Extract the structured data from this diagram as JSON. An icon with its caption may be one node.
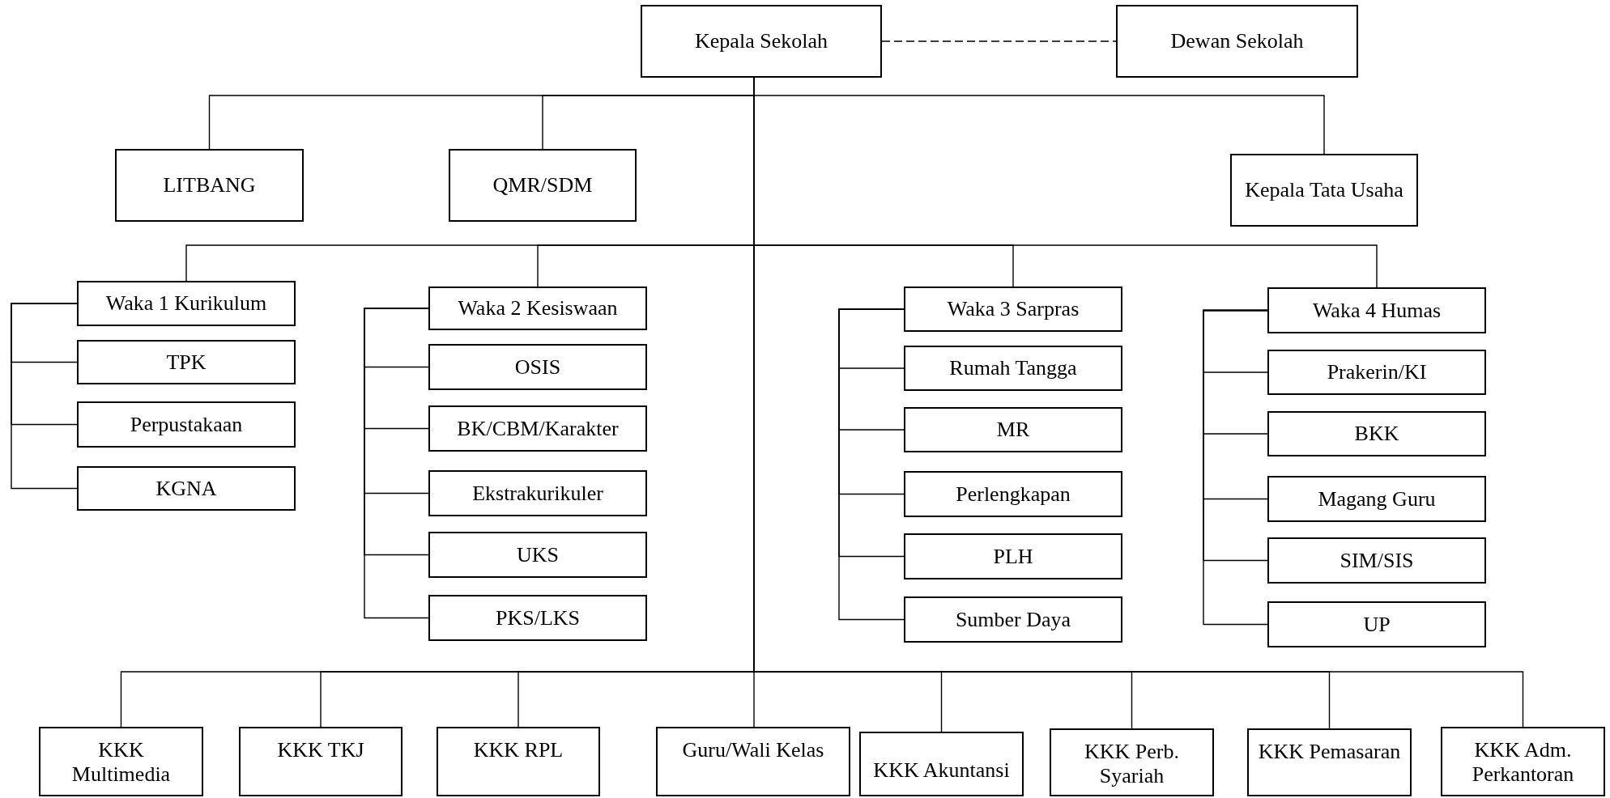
{
  "diagram": {
    "nodes": [
      {
        "text": [
          "Kepala Sekolah"
        ]
      },
      {
        "text": [
          "Dewan Sekolah"
        ]
      },
      {
        "text": [
          "LITBANG"
        ]
      },
      {
        "text": [
          "QMR/SDM"
        ]
      },
      {
        "text": [
          "Kepala Tata Usaha"
        ]
      },
      {
        "text": [
          "Waka 1 Kurikulum"
        ]
      },
      {
        "text": [
          "TPK"
        ]
      },
      {
        "text": [
          "Perpustakaan"
        ]
      },
      {
        "text": [
          "KGNA"
        ]
      },
      {
        "text": [
          "Waka 2 Kesiswaan"
        ]
      },
      {
        "text": [
          "OSIS"
        ]
      },
      {
        "text": [
          "BK/CBM/Karakter"
        ]
      },
      {
        "text": [
          "Ekstrakurikuler"
        ]
      },
      {
        "text": [
          "UKS"
        ]
      },
      {
        "text": [
          "PKS/LKS"
        ]
      },
      {
        "text": [
          "Waka 3 Sarpras"
        ]
      },
      {
        "text": [
          "Rumah Tangga"
        ]
      },
      {
        "text": [
          "MR"
        ]
      },
      {
        "text": [
          "Perlengkapan"
        ]
      },
      {
        "text": [
          "PLH"
        ]
      },
      {
        "text": [
          "Sumber Daya"
        ]
      },
      {
        "text": [
          "Waka 4 Humas"
        ]
      },
      {
        "text": [
          "Prakerin/KI"
        ]
      },
      {
        "text": [
          "BKK"
        ]
      },
      {
        "text": [
          "Magang Guru"
        ]
      },
      {
        "text": [
          "SIM/SIS"
        ]
      },
      {
        "text": [
          "UP"
        ]
      },
      {
        "text": [
          "KKK Multimedia"
        ]
      },
      {
        "text": [
          "KKK TKJ"
        ]
      },
      {
        "text": [
          "KKK RPL"
        ]
      },
      {
        "text": [
          "Guru/Wali Kelas"
        ]
      },
      {
        "text": [
          "KKK Akuntansi"
        ]
      },
      {
        "text": [
          "KKK Perb. Syariah"
        ]
      },
      {
        "text": [
          "KKK Pemasaran"
        ]
      },
      {
        "text": [
          "KKK Adm. Perkantoran"
        ]
      }
    ],
    "edges": [
      {
        "from": 0,
        "to": 1,
        "arrow": "none",
        "style": "dashed"
      },
      {
        "from": 0,
        "to": 2,
        "arrow": "none"
      },
      {
        "from": 0,
        "to": 3,
        "arrow": "none"
      },
      {
        "from": 0,
        "to": 4,
        "arrow": "none"
      },
      {
        "from": 0,
        "to": 5,
        "arrow": "none"
      },
      {
        "from": 0,
        "to": 9,
        "arrow": "none"
      },
      {
        "from": 0,
        "to": 15,
        "arrow": "none"
      },
      {
        "from": 0,
        "to": 21,
        "arrow": "none"
      },
      {
        "from": 5,
        "to": 6,
        "arrow": "none"
      },
      {
        "from": 5,
        "to": 7,
        "arrow": "none"
      },
      {
        "from": 5,
        "to": 8,
        "arrow": "none"
      },
      {
        "from": 9,
        "to": 10,
        "arrow": "none"
      },
      {
        "from": 9,
        "to": 11,
        "arrow": "none"
      },
      {
        "from": 9,
        "to": 12,
        "arrow": "none"
      },
      {
        "from": 9,
        "to": 13,
        "arrow": "none"
      },
      {
        "from": 9,
        "to": 14,
        "arrow": "none"
      },
      {
        "from": 15,
        "to": 16,
        "arrow": "none"
      },
      {
        "from": 15,
        "to": 17,
        "arrow": "none"
      },
      {
        "from": 15,
        "to": 18,
        "arrow": "none"
      },
      {
        "from": 15,
        "to": 19,
        "arrow": "none"
      },
      {
        "from": 15,
        "to": 20,
        "arrow": "none"
      },
      {
        "from": 21,
        "to": 22,
        "arrow": "none"
      },
      {
        "from": 21,
        "to": 23,
        "arrow": "none"
      },
      {
        "from": 21,
        "to": 24,
        "arrow": "none"
      },
      {
        "from": 21,
        "to": 25,
        "arrow": "none"
      },
      {
        "from": 21,
        "to": 26,
        "arrow": "none"
      },
      {
        "from": 0,
        "to": 27,
        "arrow": "none"
      },
      {
        "from": 0,
        "to": 28,
        "arrow": "none"
      },
      {
        "from": 0,
        "to": 29,
        "arrow": "none"
      },
      {
        "from": 0,
        "to": 30,
        "arrow": "none"
      },
      {
        "from": 0,
        "to": 31,
        "arrow": "none"
      },
      {
        "from": 0,
        "to": 32,
        "arrow": "none"
      },
      {
        "from": 0,
        "to": 33,
        "arrow": "none"
      },
      {
        "from": 0,
        "to": 34,
        "arrow": "none"
      }
    ]
  }
}
